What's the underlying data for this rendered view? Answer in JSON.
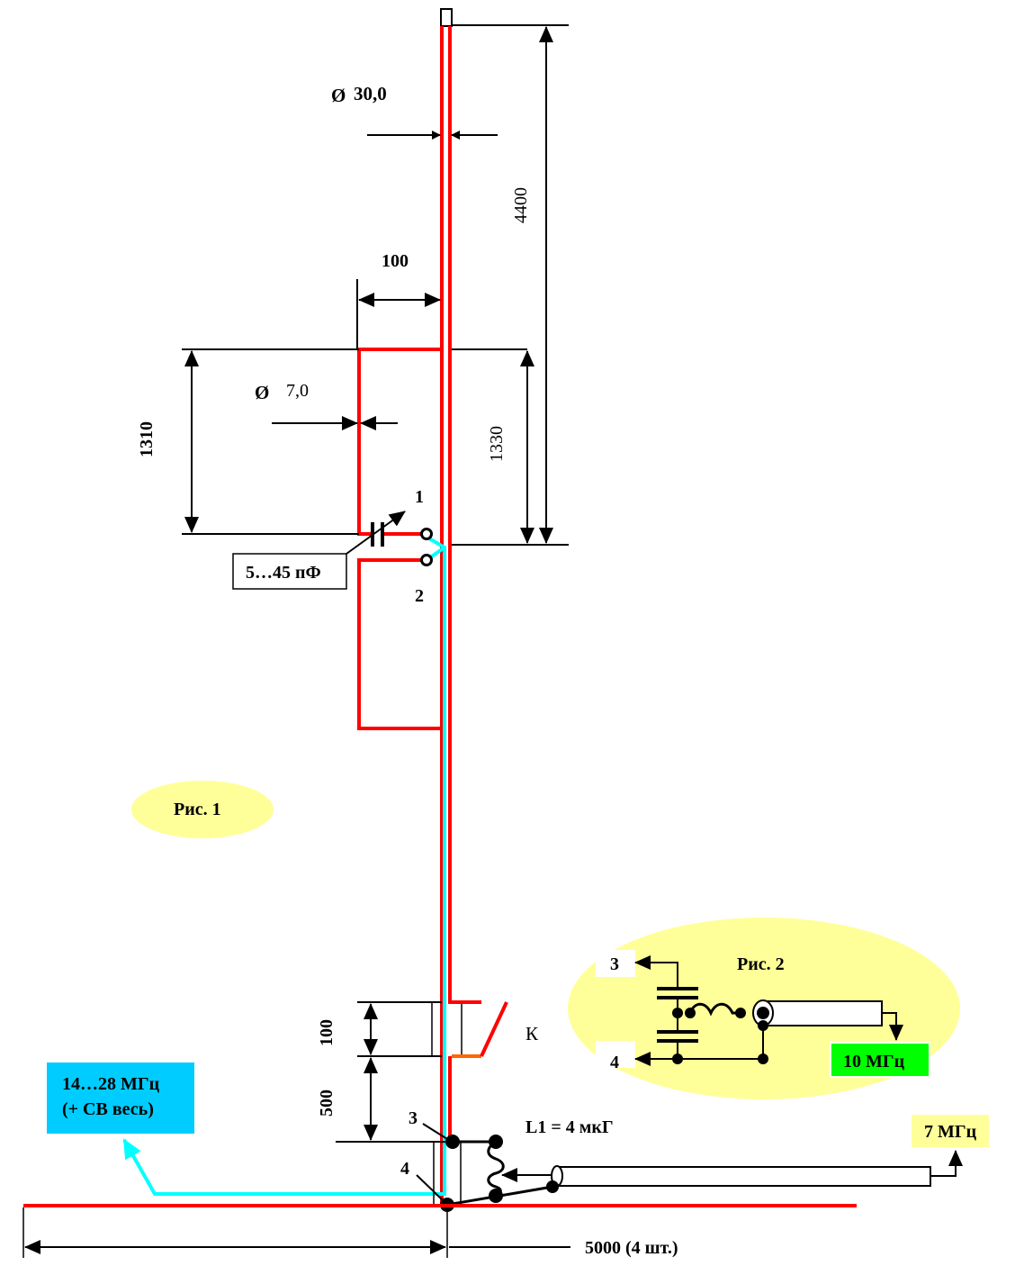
{
  "diagram": {
    "type": "antenna-schematic",
    "colors": {
      "radiator": "#ff0000",
      "coax_inner": "#00ffff",
      "switch_contact": "#ff6600",
      "figure_bubble": "#ffff99",
      "badge_14_28": "#00ccff",
      "badge_10": "#00ff00",
      "badge_7": "#ffff99",
      "lines": "#000000"
    },
    "dimensions": {
      "mast_diameter": "30,0",
      "mast_height": "4400",
      "loop_offset": "100",
      "loop_wire_diameter": "7,0",
      "loop_height_left": "1310",
      "loop_height_right": "1330",
      "switch_gap": "100",
      "feed_height": "500",
      "radials": "5000 (4 шт.)"
    },
    "labels": {
      "capacitor": "5…45 пФ",
      "terminal_1": "1",
      "terminal_2": "2",
      "terminal_3": "3",
      "terminal_4": "4",
      "switch": "К",
      "inductor": "L1 = 4 мкГ",
      "fig1": "Рис. 1",
      "fig2": "Рис. 2",
      "fig2_terminal_3": "3",
      "fig2_terminal_4": "4",
      "band_high_line1": "14…28 МГц",
      "band_high_line2": "(+ СВ весь)",
      "band_10": "10 МГц",
      "band_7": "7 МГц",
      "diameter_symbol": "Ø"
    }
  }
}
